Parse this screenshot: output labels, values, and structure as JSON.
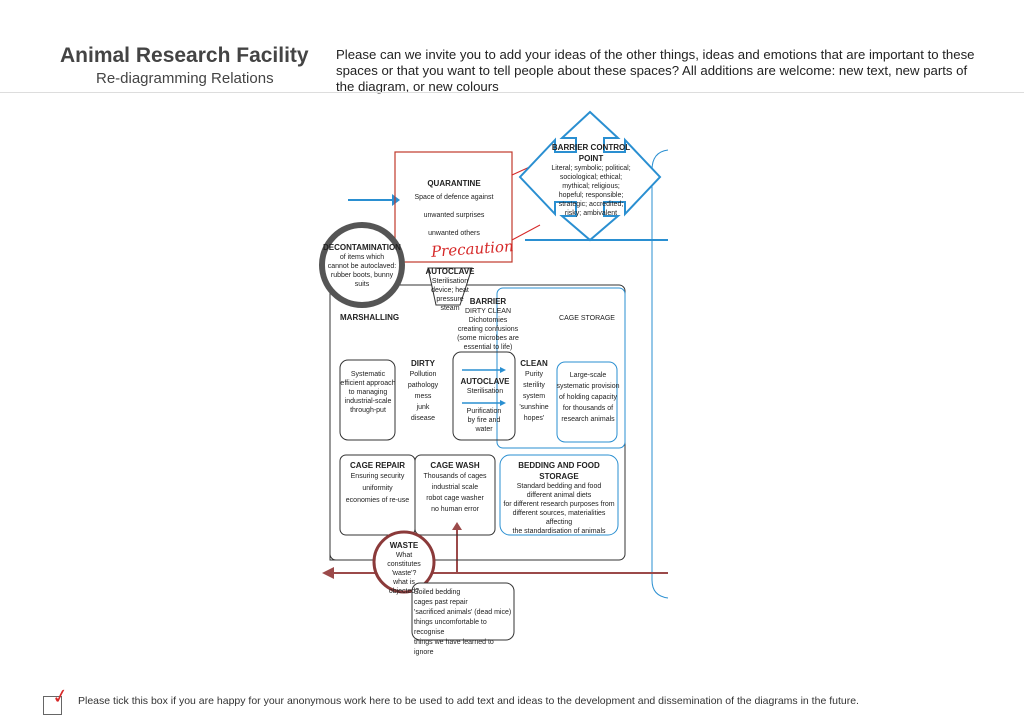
{
  "header": {
    "title": "Animal Research Facility",
    "subtitle": "Re-diagramming Relations",
    "intro": "Please can we invite you to add your ideas of the other things, ideas and emotions that are important to these spaces or that you want to tell people about these spaces? All additions are welcome: new text, new parts of the diagram, or new colours"
  },
  "diagram": {
    "barrier_control": {
      "title": "BARRIER CONTROL POINT",
      "lines": [
        "Literal; symbolic; political;",
        "sociological; ethical;",
        "mythical; religious;",
        "hopeful; responsible;",
        "strategic; accredited;",
        "risky; ambivalent"
      ]
    },
    "quarantine": {
      "title": "QUARANTINE",
      "lines": [
        "Space of defence against",
        "unwanted surprises",
        "unwanted others"
      ]
    },
    "handwritten_note": "Precaution",
    "decontamination": {
      "title": "DECONTAMINATION",
      "lines": [
        "of items which",
        "cannot be autoclaved:",
        "rubber boots, bunny",
        "suits"
      ]
    },
    "autoclave_top": {
      "title": "AUTOCLAVE",
      "lines": [
        "Sterilisation",
        "device; heat",
        "pressure",
        "steam"
      ]
    },
    "barrier": {
      "title": "BARRIER",
      "lines": [
        "DIRTY  CLEAN",
        "Dichotomies",
        "creating confusions",
        "(some microbes are",
        "essential to life)"
      ]
    },
    "marshalling": {
      "title": "MARSHALLING",
      "lines": [
        "Systematic",
        "efficient approach",
        "to managing",
        "industrial-scale",
        "through-put"
      ]
    },
    "dirty": {
      "title": "DIRTY",
      "lines": [
        "Pollution",
        "pathology",
        "mess",
        "junk",
        "disease"
      ]
    },
    "autoclave_mid": {
      "title": "AUTOCLAVE",
      "lines": [
        "Sterilisation"
      ],
      "purification": [
        "Purification",
        "by fire and",
        "water"
      ]
    },
    "clean": {
      "title": "CLEAN",
      "lines": [
        "Purity",
        "sterility",
        "system",
        "'sunshine",
        "hopes'"
      ]
    },
    "cage_storage": {
      "title": "CAGE STORAGE",
      "lines": [
        "Large-scale",
        "systematic provision",
        "of holding capacity",
        "for thousands of",
        "research animals"
      ]
    },
    "cage_repair": {
      "title": "CAGE REPAIR",
      "lines": [
        "Ensuring security",
        "uniformity",
        "economies of re-use"
      ]
    },
    "cage_wash": {
      "title": "CAGE WASH",
      "lines": [
        "Thousands of cages",
        "industrial scale",
        "robot cage washer",
        "no human error"
      ]
    },
    "bedding": {
      "title": "BEDDING AND FOOD STORAGE",
      "lines": [
        "Standard bedding and food",
        "different animal diets",
        "for different research purposes from",
        "different sources, materialities affecting",
        "the standardisation of animals"
      ]
    },
    "waste": {
      "title": "WASTE",
      "lines": [
        "What constitutes",
        "'waste'?",
        "what is",
        "objected?"
      ]
    },
    "waste_items": {
      "lines": [
        "Soiled bedding",
        "cages past repair",
        "'sacrificed animals' (dead mice)",
        "things uncomfortable to recognise",
        "things we have learned to ignore"
      ]
    }
  },
  "footer": {
    "consent_text": "Please tick this box if you are happy for your anonymous work here to be used to add text and ideas to the development and dissemination of the diagrams in the future."
  },
  "colors": {
    "accent_red": "#d62828",
    "line_blue": "#2a8fd1",
    "line_maroon": "#9b4a4a"
  }
}
